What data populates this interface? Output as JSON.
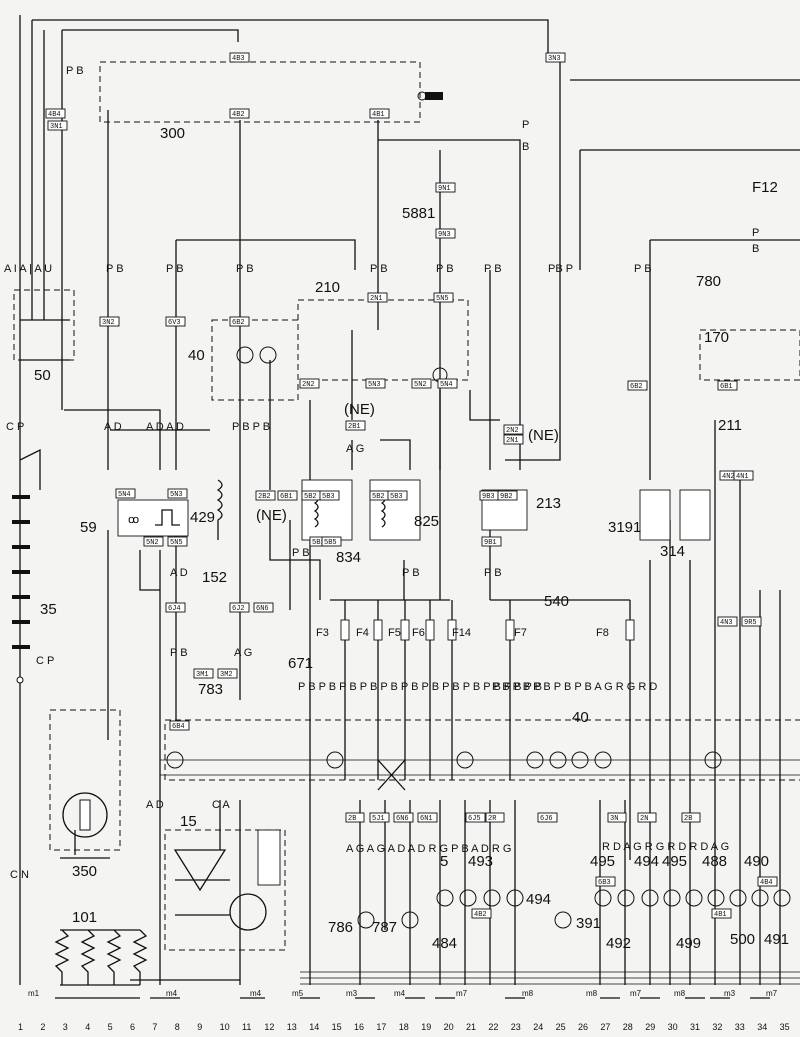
{
  "components": [
    {
      "id": "c300",
      "label": "300"
    },
    {
      "id": "c50",
      "label": "50"
    },
    {
      "id": "c5881",
      "label": "5881"
    },
    {
      "id": "c210",
      "label": "210"
    },
    {
      "id": "c40a",
      "label": "40"
    },
    {
      "id": "c40b",
      "label": "40"
    },
    {
      "id": "c780",
      "label": "780"
    },
    {
      "id": "c170",
      "label": "170"
    },
    {
      "id": "c211",
      "label": "211"
    },
    {
      "id": "c59",
      "label": "59"
    },
    {
      "id": "c429",
      "label": "429"
    },
    {
      "id": "c825",
      "label": "825"
    },
    {
      "id": "c834",
      "label": "834"
    },
    {
      "id": "c213",
      "label": "213"
    },
    {
      "id": "c3191",
      "label": "3191"
    },
    {
      "id": "c314",
      "label": "314"
    },
    {
      "id": "c35",
      "label": "35"
    },
    {
      "id": "c152",
      "label": "152"
    },
    {
      "id": "c783",
      "label": "783"
    },
    {
      "id": "c671",
      "label": "671"
    },
    {
      "id": "c540",
      "label": "540"
    },
    {
      "id": "c350",
      "label": "350"
    },
    {
      "id": "c15",
      "label": "15"
    },
    {
      "id": "c101",
      "label": "101"
    },
    {
      "id": "c786",
      "label": "786"
    },
    {
      "id": "c787",
      "label": "787"
    },
    {
      "id": "c484",
      "label": "484"
    },
    {
      "id": "c5",
      "label": "5"
    },
    {
      "id": "c493",
      "label": "493"
    },
    {
      "id": "c494a",
      "label": "494"
    },
    {
      "id": "c391",
      "label": "391"
    },
    {
      "id": "c495a",
      "label": "495"
    },
    {
      "id": "c494b",
      "label": "494"
    },
    {
      "id": "c495b",
      "label": "495"
    },
    {
      "id": "c488",
      "label": "488"
    },
    {
      "id": "c490",
      "label": "490"
    },
    {
      "id": "c492",
      "label": "492"
    },
    {
      "id": "c499",
      "label": "499"
    },
    {
      "id": "c500",
      "label": "500"
    },
    {
      "id": "c491",
      "label": "491"
    },
    {
      "id": "cF12",
      "label": "F12"
    },
    {
      "id": "cNE1",
      "label": "(NE)"
    },
    {
      "id": "cNE2",
      "label": "(NE)"
    },
    {
      "id": "cNE3",
      "label": "(NE)"
    }
  ],
  "fuses": [
    "F3",
    "F4",
    "F5",
    "F6",
    "F14",
    "F7",
    "F8"
  ],
  "connectors": [
    {
      "id": "k4B3",
      "label": "4B3"
    },
    {
      "id": "k3N3",
      "label": "3N3"
    },
    {
      "id": "k4B4",
      "label": "4B4"
    },
    {
      "id": "k4B2",
      "label": "4B2"
    },
    {
      "id": "k4B1",
      "label": "4B1"
    },
    {
      "id": "k3N1",
      "label": "3N1"
    },
    {
      "id": "k9N1",
      "label": "9N1"
    },
    {
      "id": "k9N3",
      "label": "9N3"
    },
    {
      "id": "k2N1",
      "label": "2N1"
    },
    {
      "id": "k5N5",
      "label": "5N5"
    },
    {
      "id": "k3N2",
      "label": "3N2"
    },
    {
      "id": "k6V3",
      "label": "6V3"
    },
    {
      "id": "k6B2",
      "label": "6B2"
    },
    {
      "id": "k2N2",
      "label": "2N2"
    },
    {
      "id": "k5N3",
      "label": "5N3"
    },
    {
      "id": "k5N2",
      "label": "5N2"
    },
    {
      "id": "k5N4",
      "label": "5N4"
    },
    {
      "id": "k2B1",
      "label": "2B1"
    },
    {
      "id": "k2N2b",
      "label": "2N2"
    },
    {
      "id": "k2N1b",
      "label": "2N1"
    },
    {
      "id": "k5N4b",
      "label": "5N4"
    },
    {
      "id": "k5N3b",
      "label": "5N3"
    },
    {
      "id": "k2B2",
      "label": "2B2"
    },
    {
      "id": "k6B1",
      "label": "6B1"
    },
    {
      "id": "k5B2",
      "label": "5B2"
    },
    {
      "id": "k5B3",
      "label": "5B3"
    },
    {
      "id": "k5B2b",
      "label": "5B2"
    },
    {
      "id": "k5B3b",
      "label": "5B3"
    },
    {
      "id": "k9B3",
      "label": "9B3"
    },
    {
      "id": "k9B2",
      "label": "9B2"
    },
    {
      "id": "k9B1",
      "label": "9B1"
    },
    {
      "id": "k5B1",
      "label": "5B1"
    },
    {
      "id": "k5B5",
      "label": "5B5"
    },
    {
      "id": "k5N2b",
      "label": "5N2"
    },
    {
      "id": "k5N5b",
      "label": "5N5"
    },
    {
      "id": "k6J4",
      "label": "6J4"
    },
    {
      "id": "k6J2",
      "label": "6J2"
    },
    {
      "id": "k6N6",
      "label": "6N6"
    },
    {
      "id": "k3M1",
      "label": "3M1"
    },
    {
      "id": "k3M2",
      "label": "3M2"
    },
    {
      "id": "k6B1b",
      "label": "6B1"
    },
    {
      "id": "k6B2b",
      "label": "6B2"
    },
    {
      "id": "k4N2",
      "label": "4N2"
    },
    {
      "id": "k4N1",
      "label": "4N1"
    },
    {
      "id": "k4N3",
      "label": "4N3"
    },
    {
      "id": "k9R5",
      "label": "9R5"
    },
    {
      "id": "k6B4",
      "label": "6B4"
    },
    {
      "id": "k2B",
      "label": "2B"
    },
    {
      "id": "k5J1",
      "label": "5J1"
    },
    {
      "id": "k6N6b",
      "label": "6N6"
    },
    {
      "id": "k6N1",
      "label": "6N1"
    },
    {
      "id": "k6J5",
      "label": "6J5"
    },
    {
      "id": "k2R",
      "label": "2R"
    },
    {
      "id": "k6J6",
      "label": "6J6"
    },
    {
      "id": "k2Bb",
      "label": "2B"
    },
    {
      "id": "k6B3",
      "label": "6B3"
    },
    {
      "id": "k4B2b",
      "label": "4B2"
    },
    {
      "id": "k4B1b",
      "label": "4B1"
    },
    {
      "id": "k3N",
      "label": "3N"
    },
    {
      "id": "k2N",
      "label": "2N"
    },
    {
      "id": "k4B4b",
      "label": "4B4"
    }
  ],
  "wire_codes": [
    {
      "id": "wPB1",
      "label": "P B"
    },
    {
      "id": "wPB2",
      "label": "P B"
    },
    {
      "id": "wPB3",
      "label": "P B"
    },
    {
      "id": "wPB4",
      "label": "P B"
    },
    {
      "id": "wPB5",
      "label": "P B"
    },
    {
      "id": "wPB6",
      "label": "P B"
    },
    {
      "id": "wPB7",
      "label": "P B"
    },
    {
      "id": "wPB8",
      "label": "PB P"
    },
    {
      "id": "wPB9",
      "label": "P B"
    },
    {
      "id": "wAIA",
      "label": "A I A | A U"
    },
    {
      "id": "wP",
      "label": "P"
    },
    {
      "id": "wB",
      "label": "B"
    },
    {
      "id": "wP2",
      "label": "P"
    },
    {
      "id": "wB2",
      "label": "B"
    },
    {
      "id": "wCP",
      "label": "C P"
    },
    {
      "id": "wAD",
      "label": "A D"
    },
    {
      "id": "wADAD",
      "label": "A D A D"
    },
    {
      "id": "wPBPB",
      "label": "P B P B"
    },
    {
      "id": "wAG",
      "label": "A G"
    },
    {
      "id": "wPB10",
      "label": "P B"
    },
    {
      "id": "wCP2",
      "label": "C P"
    },
    {
      "id": "wAD2",
      "label": "A D"
    },
    {
      "id": "wPB11",
      "label": "P B"
    },
    {
      "id": "wAG2",
      "label": "A G"
    },
    {
      "id": "wPB12",
      "label": "P B"
    },
    {
      "id": "wPB13",
      "label": "P B"
    },
    {
      "id": "wAD3",
      "label": "A D"
    },
    {
      "id": "wCA",
      "label": "C A"
    },
    {
      "id": "wCN",
      "label": "C N"
    },
    {
      "id": "wPBrow",
      "label": "P B P B P B P B P B P B P B P B P B P B P B P B"
    },
    {
      "id": "wPBrow2",
      "label": "P B P B P B P B P B A G R G R D"
    },
    {
      "id": "wAGrow",
      "label": "A G A G A D A D R G P B A D R G"
    },
    {
      "id": "wRDrow",
      "label": "R D A G R G R D R D A G"
    }
  ],
  "columns": [
    "1",
    "2",
    "3",
    "4",
    "5",
    "6",
    "7",
    "8",
    "9",
    "10",
    "11",
    "12",
    "13",
    "14",
    "15",
    "16",
    "17",
    "18",
    "19",
    "20",
    "21",
    "22",
    "23",
    "24",
    "25",
    "26",
    "27",
    "28",
    "29",
    "30",
    "31",
    "32",
    "33",
    "34",
    "35"
  ],
  "grounds": [
    "m1",
    "m4",
    "m4",
    "m5",
    "m3",
    "m4",
    "m7",
    "m8",
    "m8",
    "m7",
    "m8",
    "m3",
    "m7"
  ]
}
